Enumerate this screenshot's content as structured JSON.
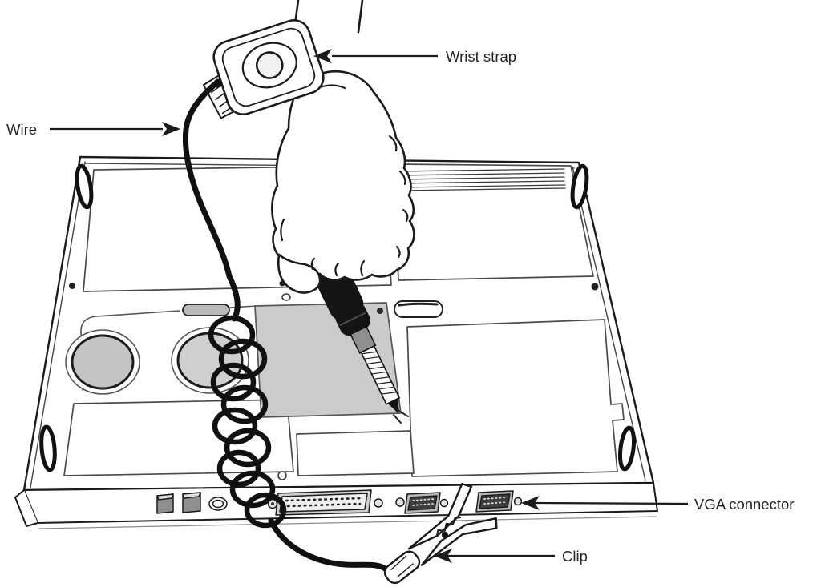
{
  "figure": {
    "background": "#ffffff",
    "ink": "#1b1b1b",
    "shaded_panel_fill": "#cbcbcb",
    "circle_fill": "#c4c4c4",
    "port_fill": "#b8b8b8",
    "callouts": {
      "wrist_strap": "Wrist strap",
      "wire": "Wire",
      "vga_connector": "VGA connector",
      "clip": "Clip"
    }
  }
}
